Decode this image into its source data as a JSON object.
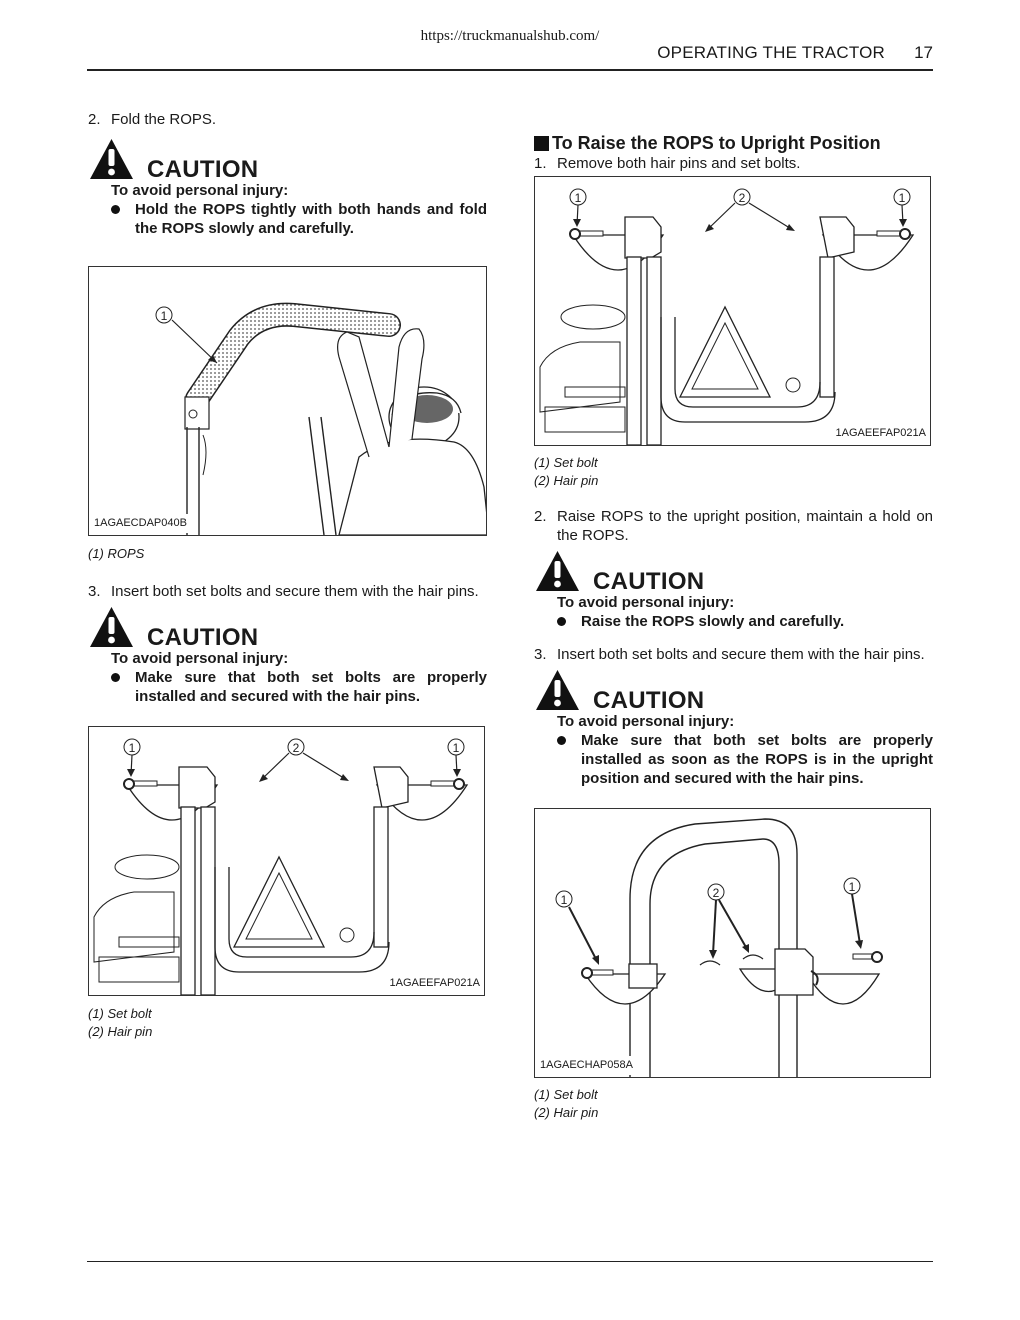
{
  "header": {
    "url": "https://truckmanualshub.com/",
    "section_title": "OPERATING THE TRACTOR",
    "page_number": "17"
  },
  "left": {
    "step2": {
      "num": "2.",
      "text": "Fold the ROPS."
    },
    "caution1": {
      "word": "CAUTION",
      "avoid": "To avoid personal injury:",
      "bullet": "Hold the ROPS tightly with both hands and fold the ROPS slowly and carefully."
    },
    "fig1": {
      "code": "1AGAECDAP040B",
      "callout": "1",
      "legend": [
        "(1) ROPS"
      ]
    },
    "step3": {
      "num": "3.",
      "text": "Insert both set bolts and secure them with the hair pins."
    },
    "caution2": {
      "word": "CAUTION",
      "avoid": "To avoid personal injury:",
      "bullet": "Make sure that both set bolts are properly installed and secured with the hair pins."
    },
    "fig2": {
      "code": "1AGAEEFAP021A",
      "callouts": [
        "1",
        "2",
        "1"
      ],
      "legend": [
        "(1) Set bolt",
        "(2) Hair pin"
      ]
    }
  },
  "right": {
    "section_heading": "To Raise the ROPS to Upright Position",
    "step1": {
      "num": "1.",
      "text": "Remove both hair pins and set bolts."
    },
    "fig3": {
      "code": "1AGAEEFAP021A",
      "callouts": [
        "1",
        "2",
        "1"
      ],
      "legend": [
        "(1) Set bolt",
        "(2) Hair pin"
      ]
    },
    "step2": {
      "num": "2.",
      "text": "Raise ROPS to the upright position, maintain a hold on the ROPS."
    },
    "caution3": {
      "word": "CAUTION",
      "avoid": "To avoid personal injury:",
      "bullet": "Raise the ROPS slowly and carefully."
    },
    "step3": {
      "num": "3.",
      "text": "Insert both set bolts and secure them with the hair pins."
    },
    "caution4": {
      "word": "CAUTION",
      "avoid": "To avoid personal injury:",
      "bullet": "Make sure that both set bolts are properly installed as soon as the ROPS is in the upright position and secured with the hair pins."
    },
    "fig4": {
      "code": "1AGAECHAP058A",
      "callouts": [
        "1",
        "2",
        "1"
      ],
      "legend": [
        "(1) Set bolt",
        "(2) Hair pin"
      ]
    }
  }
}
